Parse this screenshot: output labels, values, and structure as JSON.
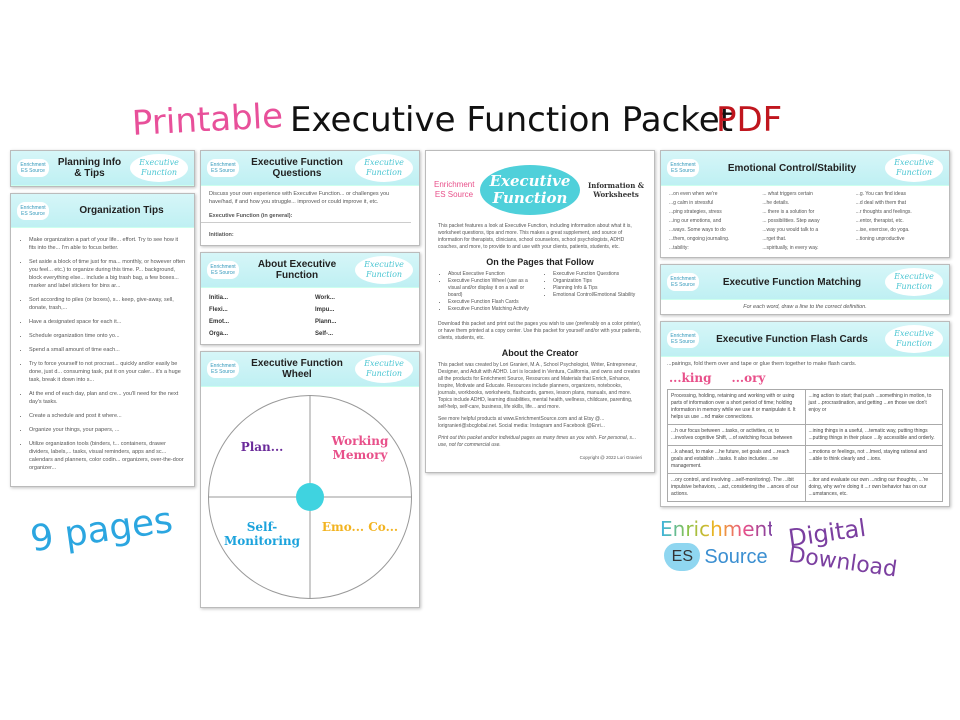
{
  "headline": {
    "word1": "Printable",
    "word2": "Executive Function Packet",
    "word3": "PDF",
    "colors": {
      "word1": "#e8509a",
      "word2": "#111111",
      "word3": "#c0161e"
    }
  },
  "logo_small": "Enrichment ES Source",
  "oval_text": "Executive Function",
  "pages": {
    "planning": {
      "title": "Planning Info & Tips"
    },
    "organization": {
      "title": "Organization Tips",
      "bullets": [
        "Make organization a part of your life... effort. Try to see how it fits into the... I'm able to focus better.",
        "Set aside a block of time just for ma... monthly, or however often you feel... etc.) to organize during this time. P... background, block everything else... include a big trash bag, a few boxes... marker and label stickers for bins ar...",
        "Sort according to piles (or boxes), s... keep, give-away, sell, donate, trash,...",
        "Have a designated space for each it...",
        "Schedule organization time onto yo...",
        "Spend a small amount of time each...",
        "Try to force yourself to not procrast... quickly and/or easily be done, just d... consuming task, put it on your caler... it's a huge task, break it down into s...",
        "At the end of each day, plan and cre... you'll need for the next day's tasks.",
        "Create a schedule and post it where...",
        "Organize your things, your papers, ...",
        "Utilize organization tools (binders, t... containers, drawer dividers, labels,... tasks, visual reminders, apps and sc... calendars and planners, color codin... organizers, over-the-door organizer..."
      ]
    },
    "questions": {
      "title": "Executive Function Questions",
      "intro": "Discuss your own experience with Executive Function... or challenges you have/had, if and how you struggle... improved or could improve it, etc.",
      "field1": "Executive Function (in general):",
      "field2": "Initiation:"
    },
    "emotional": {
      "title": "Emotional Control/Stability",
      "lines": [
        "...on even when we're",
        "...g calm in stressful",
        "...ping strategies, stress",
        "...ing our emotions, and",
        "...ways. Some ways to do",
        "...them, ongoing journaling.",
        "...tability:",
        "... what triggers certain",
        "...he details.",
        "... there is a solution for",
        "... possibilities. Step away",
        "...way you would talk to a",
        "...rget that.",
        "...spiritually, in every way.",
        "...g. You can find ideas",
        "...d deal with them that",
        "...r thoughts and feelings.",
        "...entor, therapist, etc.",
        "...ise, exercise, do yoga.",
        "...tioning unproductive"
      ]
    },
    "matching": {
      "title": "Executive Function Matching",
      "instructions": "For each word, draw a line to the correct definition."
    },
    "flashcards": {
      "title": "Executive Function Flash Cards",
      "instructions": "...pairings, fold them over and tape or glue them together to make flash cards.",
      "front_fragments": [
        "...king",
        "...ory"
      ],
      "definitions": [
        "Processing, holding, retaining and working with or using parts of information over a short period of time; holding information in memory while we use it or manipulate it. It helps us use ...nd make connections.",
        "...ing action to start; that push ...something in motion, to just ...procrastination, and getting ...en those we don't enjoy or",
        "...h our focus between ...tasks, or activities, or, to ...involves cognitive Shift, ...of switching focus between",
        "...ining things in a useful, ...tematic way, putting things ...putting things in their place ...ily accessible and orderly.",
        "...k ahead, to make ...he future, set goals and ...reach goals and establish ...tasks. It also includes ...ne management.",
        "...motions or feelings, not ...lmed, staying rational and ...able to think clearly and ...ions.",
        "...ory control, and involving ...self-monitoring). The ...ibit impulsive behaviors, ...act, considering the ...ances of our actions.",
        "...itor and evaluate our own ...nding our thoughts, ...'re doing, why we're doing it ...r own behavior has on our ...umstances, etc."
      ]
    },
    "about": {
      "title": "About Executive Function",
      "sections": [
        "Initia...",
        "Work...",
        "Flexi...",
        "Impu...",
        "Emot...",
        "Plann...",
        "Orga...",
        "Self-..."
      ]
    },
    "wheel": {
      "title": "Executive Function Wheel",
      "segments": [
        {
          "label": "Plan...",
          "color": "#6b2b9a"
        },
        {
          "label": "Working Memory",
          "color": "#e8508a"
        },
        {
          "label": "Self-Monitoring",
          "color": "#1ca3dc"
        },
        {
          "label": "Emo... Co...",
          "color": "#f2b320"
        }
      ]
    },
    "main": {
      "oval": "Executive Function",
      "subtitle": "Information & Worksheets",
      "intro": "This packet features a look at Executive Function, including information about what it is, worksheet questions, tips and more. This makes a great supplement, and source of information for therapists, clinicians, school counselors, school psychologists, ADHD coaches, and more, to provide to and use with your clients, patients, students, etc.",
      "follow_heading": "On the Pages that Follow",
      "list_left": [
        "About Executive Function",
        "Executive Function Wheel (use as a visual and/or display it on a wall or board)",
        "Executive Function Flash Cards",
        "Executive Function Matching Activity"
      ],
      "list_right": [
        "Executive Function Questions",
        "Organization Tips",
        "Planning Info & Tips",
        "Emotional Control/Emotional Stability"
      ],
      "download_text": "Download this packet and print out the pages you wish to use (preferably on a color printer), or have them printed at a copy center. Use this packet for yourself and/or with your patients, clients, students, etc.",
      "creator_heading": "About the Creator",
      "creator_text": "This packet was created by Lori Granieri, M.A., School Psychologist, Writer, Entrepreneur, Designer, and Adult with ADHD. Lori is located in Ventura, California, and owns and creates all the products for Enrichment Source, Resources and Materials that Enrich, Enhance, Inspire, Motivate and Educate. Resources include planners, organizers, notebooks, journals, workbooks, worksheets, flashcards, games, lesson plans, manuals, and more. Topics include ADHD, learning disabilities, mental health, wellness, childcare, parenting, self-help, self-care, business, life skills, life... and more.",
      "more_text": "See more helpful products at www.EnrichmentSource.com and at Etsy @... lorigranieri@sbcglobal.net. Social media: Instagram and Facebook @Enri...",
      "print_note": "Print out this packet and/or individual pages as many times as you wish. For personal, s... use, not for commercial use.",
      "copyright": "Copyright @ 2022 Lori Granieri"
    }
  },
  "nine_pages": {
    "text": "9 pages",
    "color": "#2ba6e0"
  },
  "digital": {
    "line1": "Digital",
    "line2": "Download",
    "color": "#7b3fa0"
  },
  "brand_logo": {
    "word1": "Enrichment",
    "word2": "ES",
    "word3": "Source"
  }
}
